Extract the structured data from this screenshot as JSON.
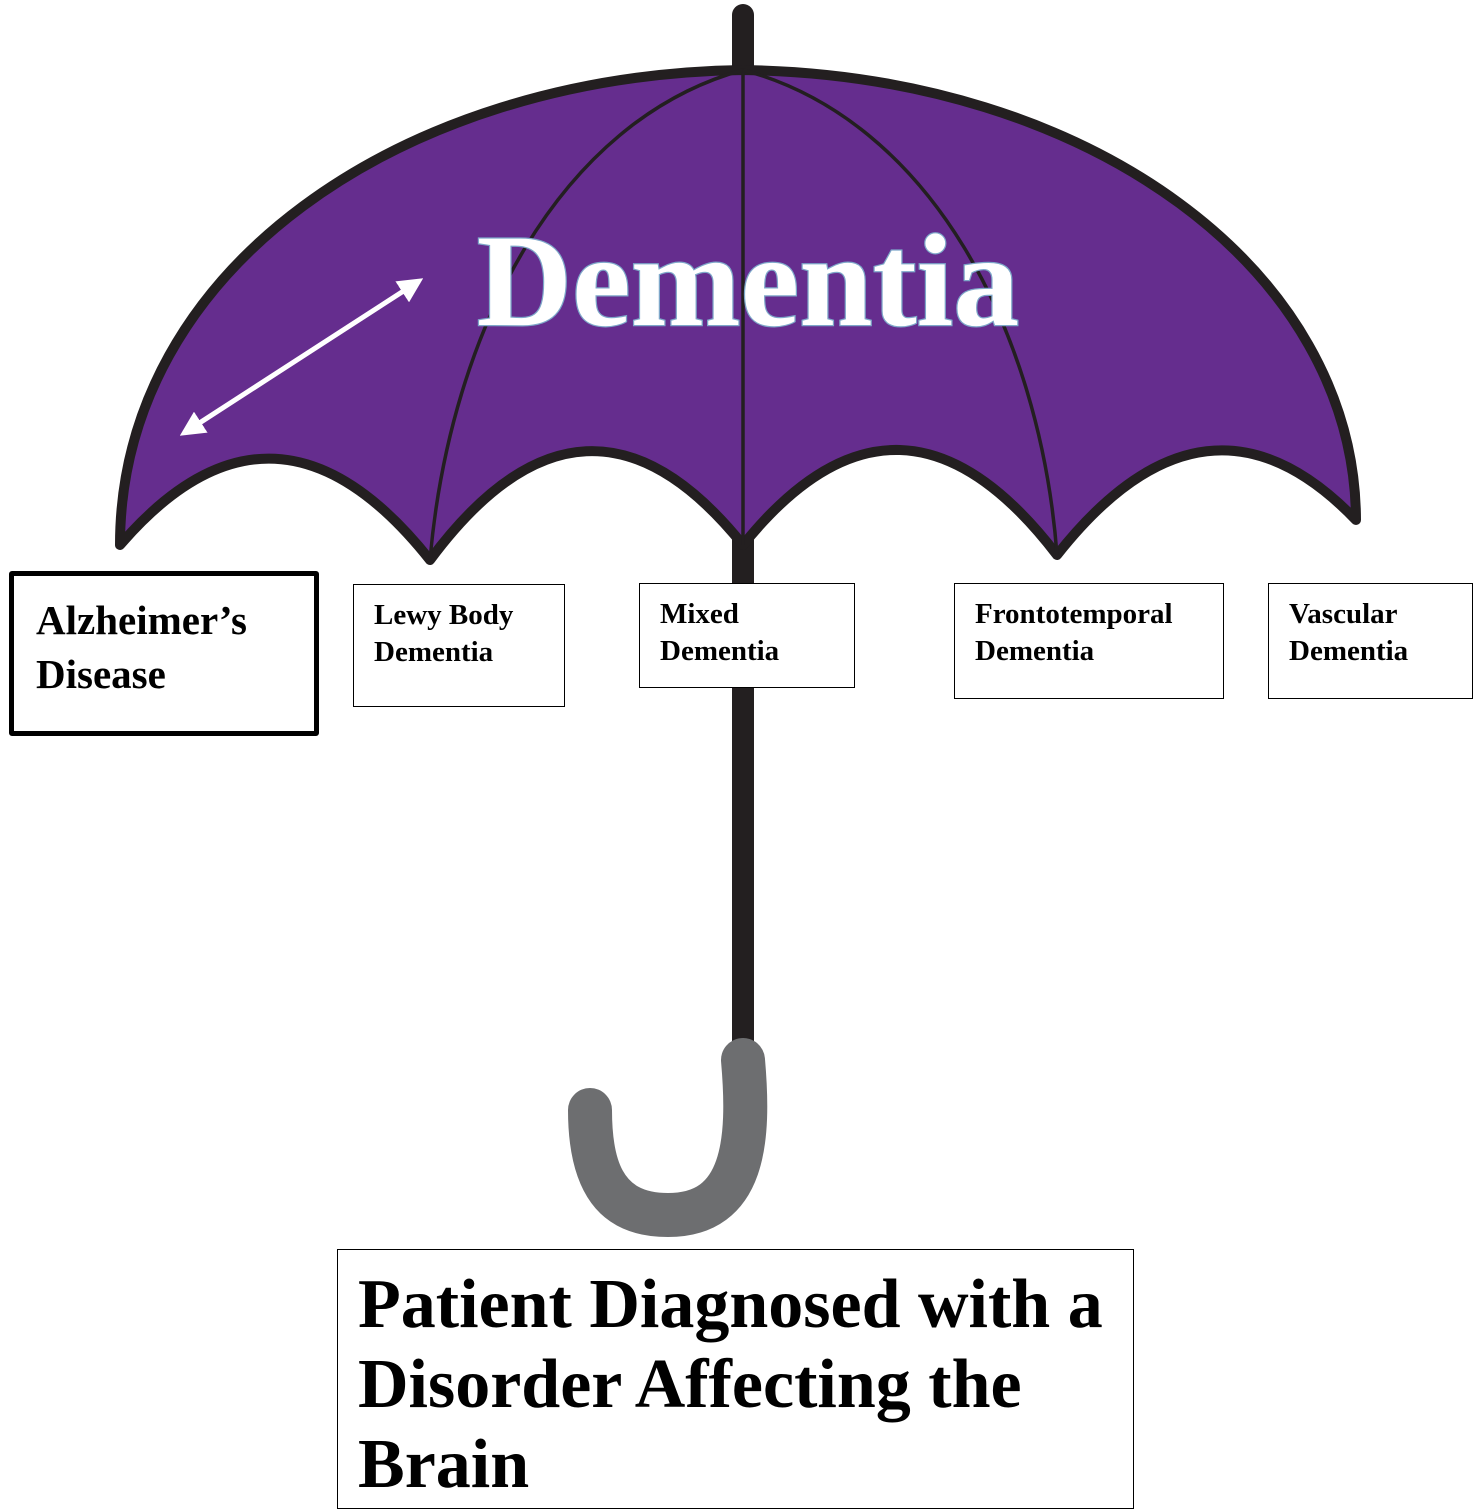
{
  "title": "Dementia",
  "types": [
    {
      "id": "alzheimers",
      "label": "Alzheimer’s\nDisease",
      "highlighted": true
    },
    {
      "id": "lewy",
      "label": "Lewy Body\nDementia",
      "highlighted": false
    },
    {
      "id": "mixed",
      "label": "Mixed\nDementia",
      "highlighted": false
    },
    {
      "id": "fronto",
      "label": "Frontotemporal\nDementia",
      "highlighted": false
    },
    {
      "id": "vascular",
      "label": "Vascular\nDementia",
      "highlighted": false
    }
  ],
  "patient_label": "Patient Diagnosed with a Disorder Affecting the Brain",
  "colors": {
    "canopy": "#652d8e",
    "outline": "#231f20",
    "handle": "#6d6e70",
    "arrow": "#ffffff",
    "title_text": "#ffffff",
    "title_glow": "#7ea7c9"
  }
}
